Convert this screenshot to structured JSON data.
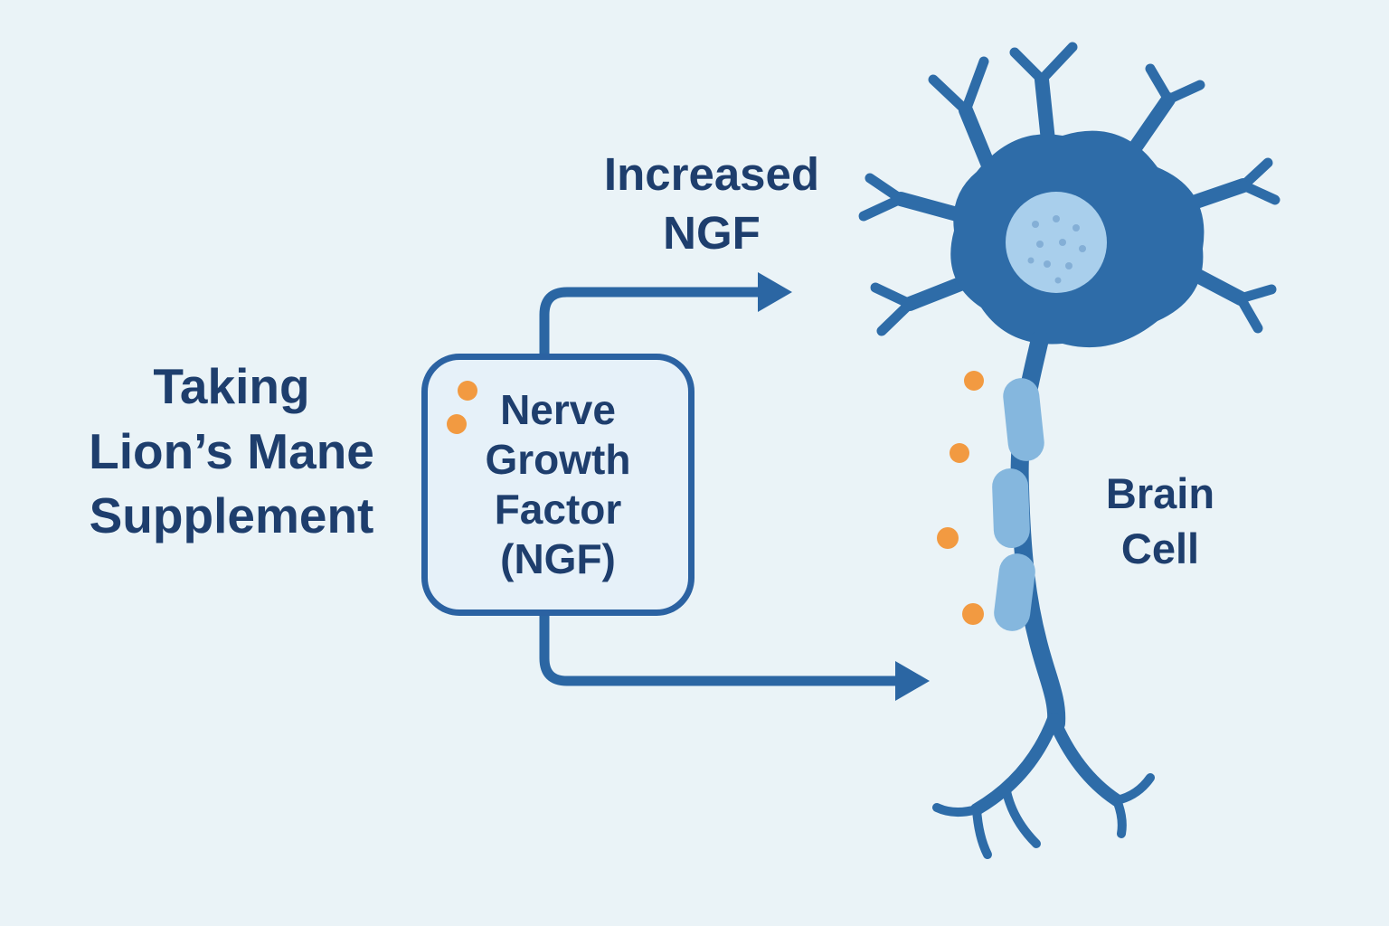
{
  "title": "Taking Lion’s Mane Supplement → Increased NGF → Brain Cell",
  "left_label": {
    "lines": [
      "Taking",
      "Lion’s Mane",
      "Supplement"
    ]
  },
  "ngf_box": {
    "lines": [
      "Nerve",
      "Growth",
      "Factor",
      "(NGF)"
    ]
  },
  "arrow_top_label": {
    "lines": [
      "Increased",
      "NGF"
    ]
  },
  "brain_cell_label": {
    "lines": [
      "Brain",
      "Cell"
    ]
  },
  "icons": [
    "neuron-illustration",
    "arrow-right-top",
    "arrow-right-bottom",
    "ngf-molecule-dots"
  ],
  "colors": {
    "bg": "#eaf3f7",
    "navy": "#1e3e6d",
    "neuron": "#2e6ca8",
    "arrow": "#2b66a3",
    "box-border": "#2b62a2",
    "box-fill": "#e6f1f9",
    "nucleus": "#a9cfec",
    "nucleus-dot": "#84afd6",
    "myelin": "#85b7de",
    "orange": "#f29a41"
  }
}
